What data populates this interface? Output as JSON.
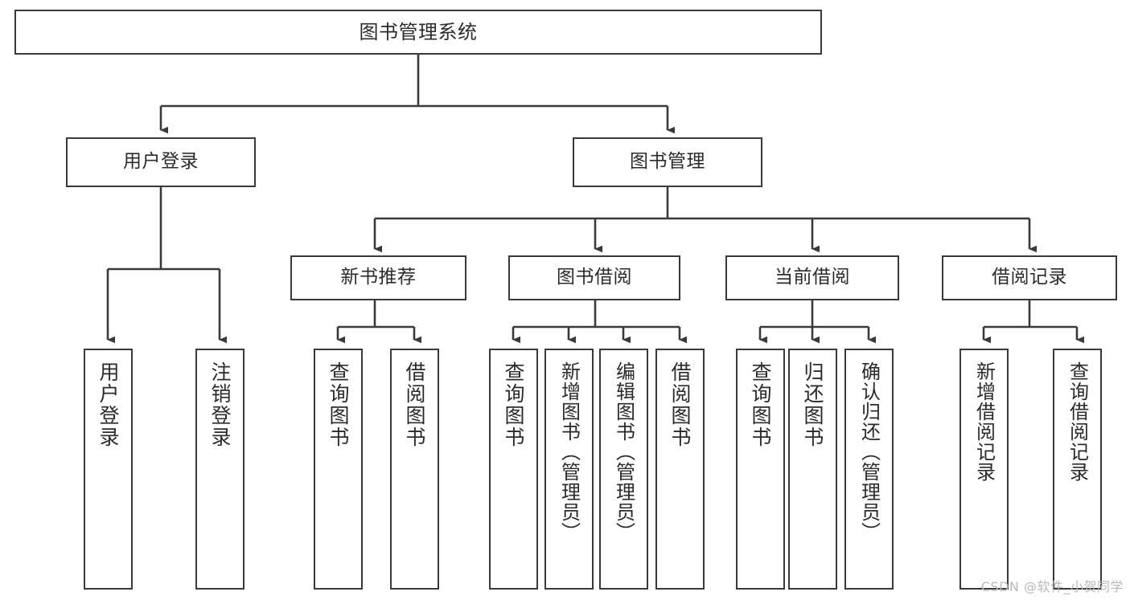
{
  "diagram": {
    "type": "hierarchy-tree",
    "title": "图书管理系统",
    "watermark": "CSDN @软件_小贺同学",
    "colors": {
      "stroke": "#3a3a3a",
      "fill": "#ffffff",
      "text": "#2b2b2b",
      "watermark": "#b9b9b9"
    },
    "nodes": {
      "root": {
        "label": "图书管理系统"
      },
      "level2": [
        {
          "id": "user-login",
          "label": "用户登录"
        },
        {
          "id": "book-manage",
          "label": "图书管理"
        }
      ],
      "level3": [
        {
          "id": "new-book-rec",
          "label": "新书推荐"
        },
        {
          "id": "book-borrow",
          "label": "图书借阅"
        },
        {
          "id": "current-borrow",
          "label": "当前借阅"
        },
        {
          "id": "borrow-record",
          "label": "借阅记录"
        }
      ],
      "leaves": {
        "user-login": [
          {
            "id": "leaf-user-login",
            "label": "用户登录"
          },
          {
            "id": "leaf-logout",
            "label": "注销登录"
          }
        ],
        "new-book-rec": [
          {
            "id": "leaf-query-book-1",
            "label": "查询图书"
          },
          {
            "id": "leaf-borrow-book-1",
            "label": "借阅图书"
          }
        ],
        "book-borrow": [
          {
            "id": "leaf-query-book-2",
            "label": "查询图书"
          },
          {
            "id": "leaf-add-book",
            "label": "新增图书（管理员）"
          },
          {
            "id": "leaf-edit-book",
            "label": "编辑图书（管理员）"
          },
          {
            "id": "leaf-borrow-book-2",
            "label": "借阅图书"
          }
        ],
        "current-borrow": [
          {
            "id": "leaf-query-book-3",
            "label": "查询图书"
          },
          {
            "id": "leaf-return-book",
            "label": "归还图书"
          },
          {
            "id": "leaf-confirm-return",
            "label": "确认归还（管理员）"
          }
        ],
        "borrow-record": [
          {
            "id": "leaf-add-record",
            "label": "新增借阅记录"
          },
          {
            "id": "leaf-query-record",
            "label": "查询借阅记录"
          }
        ]
      }
    }
  }
}
